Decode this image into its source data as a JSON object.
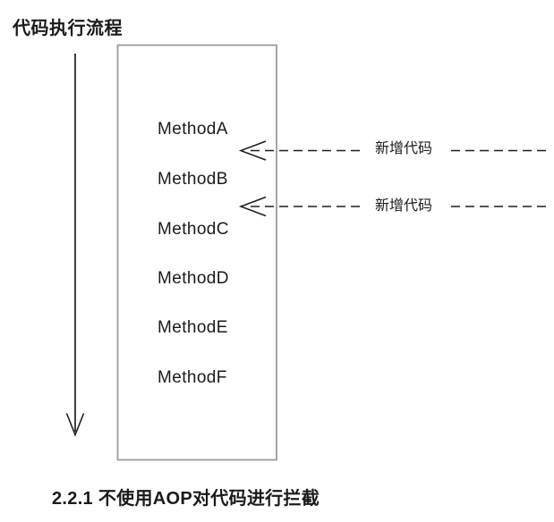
{
  "title": "代码执行流程",
  "caption": "2.2.1 不使用AOP对代码进行拦截",
  "flow_box": {
    "methods": [
      "MethodA",
      "MethodB",
      "MethodC",
      "MethodD",
      "MethodE",
      "MethodF"
    ]
  },
  "annotations": [
    {
      "label": "新增代码"
    },
    {
      "label": "新增代码"
    }
  ],
  "colors": {
    "background": "#ffffff",
    "text": "#1a1a1a",
    "line": "#1d1d1d",
    "box_border": "#9c9c9c"
  }
}
